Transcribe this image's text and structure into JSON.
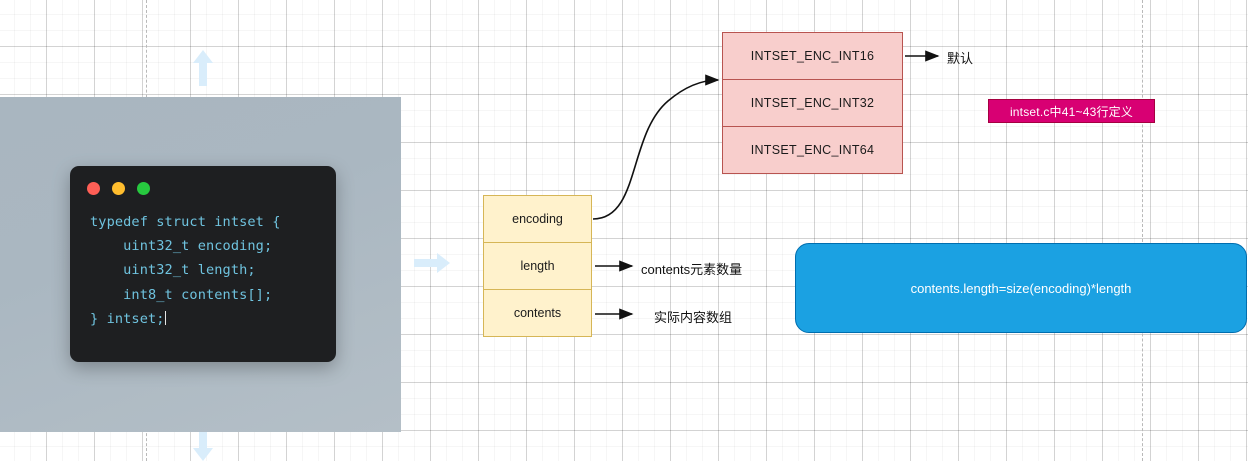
{
  "diagram": {
    "title": "redis intset structure diagram",
    "code_window": {
      "traffic_lights": [
        "close",
        "minimize",
        "maximize"
      ],
      "language": "c",
      "code": "typedef struct intset {\n    uint32_t encoding;\n    uint32_t length;\n    int8_t contents[];\n} intset;"
    },
    "struct_fields": [
      {
        "label": "encoding"
      },
      {
        "label": "length"
      },
      {
        "label": "contents"
      }
    ],
    "encoding_values": [
      {
        "label": "INTSET_ENC_INT16"
      },
      {
        "label": "INTSET_ENC_INT32"
      },
      {
        "label": "INTSET_ENC_INT64"
      }
    ],
    "annotations": [
      {
        "id": "default-note",
        "text": "默认"
      },
      {
        "id": "length-note",
        "text": "contents元素数量"
      },
      {
        "id": "contents-note",
        "text": "实际内容数组"
      }
    ],
    "magenta_note": {
      "text": "intset.c中41~43行定义"
    },
    "blue_note": {
      "text": "contents.length=size(encoding)*length"
    },
    "pan_arrows": [
      {
        "id": "pan-up",
        "direction": "up"
      },
      {
        "id": "pan-right",
        "direction": "right"
      },
      {
        "id": "pan-down",
        "direction": "down"
      }
    ],
    "colors": {
      "yellow_fill": "#FFF2CC",
      "yellow_stroke": "#D6B656",
      "pink_fill": "#F8CECC",
      "pink_stroke": "#B85450",
      "magenta_fill": "#D80073",
      "blue_fill": "#1BA1E2",
      "blue_stroke": "#006EAF",
      "code_text": "#6FC3DF",
      "code_bg": "#1E1F21",
      "panel_gray": "#AAB7C1",
      "pan_arrow": "#D6ECFA",
      "connector": "#111111"
    }
  }
}
